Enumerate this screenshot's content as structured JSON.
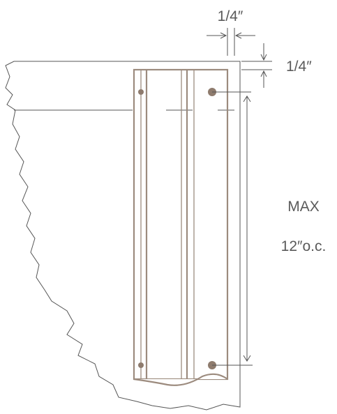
{
  "labels": {
    "top_edge_distance": "1/4″",
    "side_edge_distance": "1/4″",
    "spacing_line1": "MAX",
    "spacing_line2": "12″o.c."
  },
  "colors": {
    "outline": "#555555",
    "trim": "#9c8b7e",
    "fastener": "#8e7b6d",
    "text": "#5a5a5a"
  }
}
